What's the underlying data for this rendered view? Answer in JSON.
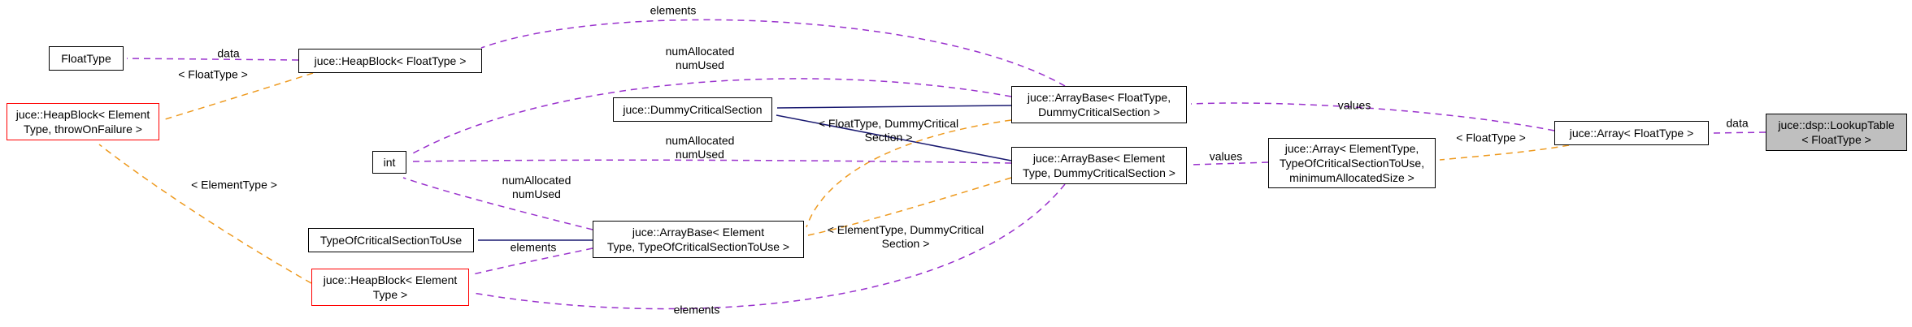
{
  "diagram": {
    "kind": "doxygen-collaboration-graph",
    "colors": {
      "usage_edge": "#9a32cd",
      "template_edge": "#ee9a1f",
      "inheritance_edge": "#191970",
      "node_border": "#000000",
      "truncated_node_border": "#ff0000",
      "current_node_bg": "#bfbfbf",
      "node_bg": "#ffffff"
    },
    "nodes": {
      "floattype": {
        "label": "FloatType"
      },
      "heapblock_floattype": {
        "label": "juce::HeapBlock< FloatType >"
      },
      "heapblock_elementtype_throwonfailure": {
        "label": "juce::HeapBlock< Element\nType, throwOnFailure >"
      },
      "dummycriticalsection": {
        "label": "juce::DummyCriticalSection"
      },
      "int": {
        "label": "int"
      },
      "arraybase_floattype_dcs": {
        "label": "juce::ArrayBase< FloatType,\nDummyCriticalSection >"
      },
      "arraybase_elementtype_dcs": {
        "label": "juce::ArrayBase< Element\nType, DummyCriticalSection >"
      },
      "array_elementtype": {
        "label": "juce::Array< ElementType,\nTypeOfCriticalSectionToUse,\nminimumAllocatedSize >"
      },
      "array_floattype": {
        "label": "juce::Array< FloatType >"
      },
      "lookuptable": {
        "label": "juce::dsp::LookupTable\n< FloatType >"
      },
      "typeofcriticalsectiontouse": {
        "label": "TypeOfCriticalSectionToUse"
      },
      "arraybase_elementtype_tocstu": {
        "label": "juce::ArrayBase< Element\nType, TypeOfCriticalSectionToUse >"
      },
      "heapblock_elementtype": {
        "label": "juce::HeapBlock< Element\nType >"
      }
    },
    "edge_labels": {
      "elements_top": "elements",
      "data_left": "data",
      "tpl_floattype_left": "< FloatType >",
      "num_top": "numAllocated\nnumUsed",
      "tpl_floattype_dcs": "< FloatType, DummyCritical\nSection >",
      "values_top": "values",
      "num_mid": "numAllocated\nnumUsed",
      "values_mid": "values",
      "tpl_floattype_right": "< FloatType >",
      "data_right": "data",
      "tpl_elementtype": "< ElementType >",
      "num_bottom": "numAllocated\nnumUsed",
      "elements_mid": "elements",
      "tpl_elementtype_dcs": "< ElementType, DummyCritical\nSection >",
      "elements_bottom": "elements"
    }
  }
}
